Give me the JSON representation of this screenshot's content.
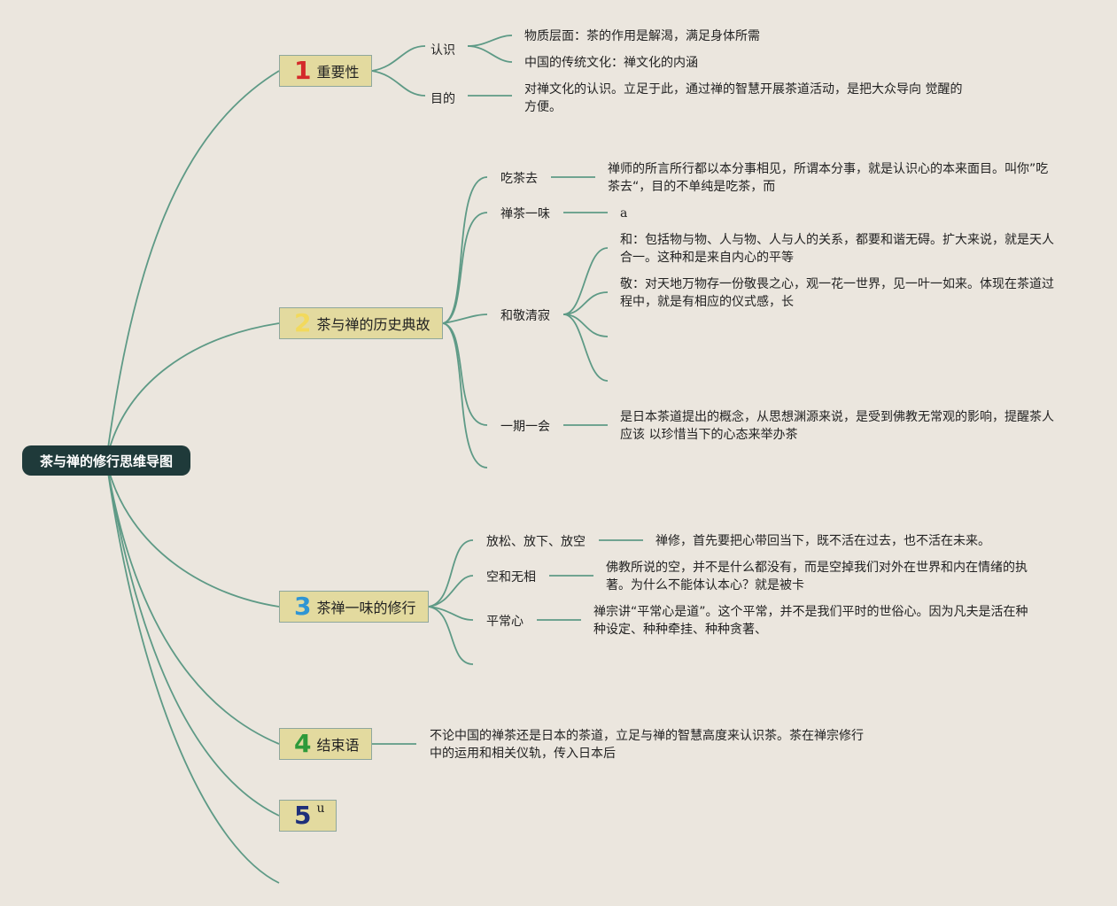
{
  "root": "茶与禅的修行思维导图",
  "topics": [
    {
      "num": "1",
      "num_color": "#d42a2a",
      "label": "重要性"
    },
    {
      "num": "2",
      "num_color": "#f2d95c",
      "label": "茶与禅的历史典故"
    },
    {
      "num": "3",
      "num_color": "#2f95d4",
      "label": "茶禅一味的修行"
    },
    {
      "num": "4",
      "num_color": "#2e9a3a",
      "label": "结束语"
    },
    {
      "num": "5",
      "num_color": "#1e2f7a",
      "label": "u"
    }
  ],
  "t1": {
    "sub1": "认识",
    "sub2": "目的",
    "leaf1": "物质层面：茶的作用是解渴，满足身体所需",
    "leaf2": "中国的传统文化：禅文化的内涵",
    "leaf3": "对禅文化的认识。立足于此，通过禅的智慧开展茶道活动，是把大众导向 觉醒的方便。"
  },
  "t2": {
    "sub1": "吃茶去",
    "sub2": "禅茶一味",
    "sub3": "和敬清寂",
    "sub4": "一期一会",
    "leaf1": "禅师的所言所行都以本分事相见，所谓本分事，就是认识心的本来面目。叫你”吃茶去“，目的不单纯是吃茶，而",
    "leaf2": "a",
    "leaf3": "和：包括物与物、人与物、人与人的关系，都要和谐无碍。扩大来说，就是天人合一。这种和是来自内心的平等",
    "leaf4": "敬：对天地万物存一份敬畏之心，观一花一世界，见一叶一如来。体现在茶道过程中，就是有相应的仪式感，长",
    "leaf5": "是日本茶道提出的概念，从思想渊源来说，是受到佛教无常观的影响，提醒茶人应该 以珍惜当下的心态来举办茶"
  },
  "t3": {
    "sub1": "放松、放下、放空",
    "sub2": "空和无相",
    "sub3": "平常心",
    "leaf1": "禅修，首先要把心带回当下，既不活在过去，也不活在未来。",
    "leaf2": "佛教所说的空，并不是什么都没有，而是空掉我们对外在世界和内在情绪的执著。为什么不能体认本心？就是被卡",
    "leaf3": "禅宗讲“平常心是道”。这个平常，并不是我们平时的世俗心。因为凡夫是活在种种设定、种种牵挂、种种贪著、"
  },
  "t4": {
    "leaf1": "不论中国的禅茶还是日本的茶道，立足与禅的智慧高度来认识茶。茶在禅宗修行中的运用和相关仪轨，传入日本后"
  }
}
